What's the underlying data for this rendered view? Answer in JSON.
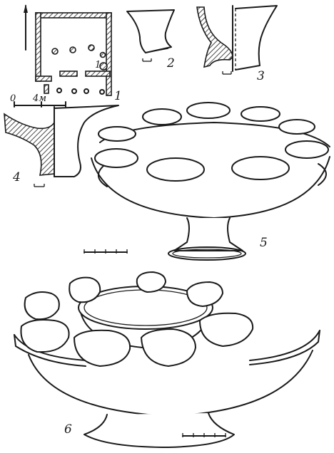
{
  "figure": {
    "labels": {
      "fig1": "1",
      "fig2": "2",
      "fig3": "3",
      "fig4": "4",
      "fig5": "5",
      "fig6": "6"
    },
    "plan": {
      "inner_label": "1",
      "scale_start": "0",
      "scale_end": "4м"
    }
  }
}
